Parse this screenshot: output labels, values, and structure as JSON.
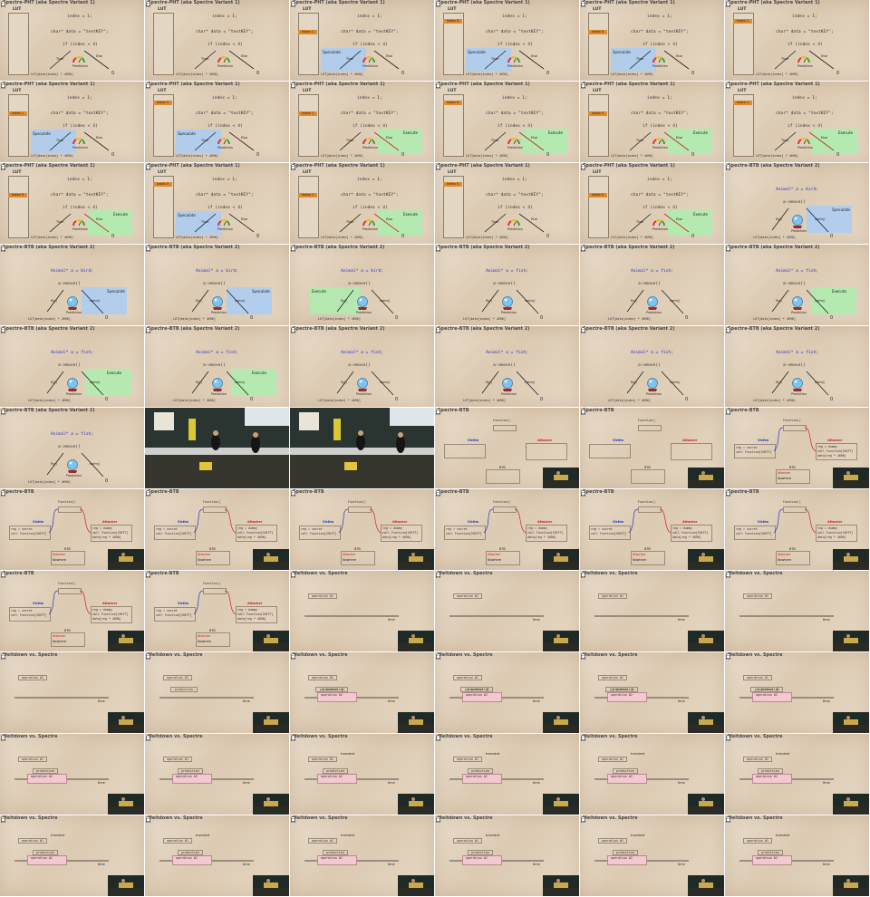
{
  "tile_titles": {
    "v1": "Spectre-PHT (aka Spectre Variant 1)",
    "v2": "Spectre-BTB (aka Spectre Variant 2)",
    "btb": "Spectre-BTB",
    "ms": "Meltdown vs. Spectre"
  },
  "v1_code": {
    "lut": "LUT",
    "index_line": "index = 1;",
    "data_line": "char* data = \"textKEY\";",
    "if_line": "if (index < 4)",
    "then_label": "Then",
    "else_label": "Else",
    "speculate": "Speculate",
    "execute": "Execute",
    "prediction": "Prediction",
    "bottom": "LUT[data[index] * 4096]",
    "zero": "0",
    "index_box": "Index 1",
    "index_box_alt": "Index 5"
  },
  "v2_code": {
    "assign": "Animal* a = bird;",
    "assign_alt": "Animal* a = fish;",
    "call": "a->move()",
    "fly": "fly()",
    "swim": "swim()",
    "prediction": "Prediction",
    "speculate": "Speculate",
    "execute": "Execute",
    "bottom": "LUT[data[index] * 4096]",
    "zero": "0"
  },
  "btb_scene": {
    "victim": "Victim",
    "attacker": "Attacker",
    "function": "Function()",
    "btb": "BTB",
    "victim_reg": "reg = secret",
    "victim_call": "call Function[SHIFT]",
    "attacker_reg": "reg = dummy",
    "attacker_call": "call Function[SHIFT]",
    "attacker_leak": "data[reg * 4096]",
    "btb_entries": [
      "Attacker",
      "Nowhere"
    ]
  },
  "ms_scene": {
    "op1": "operation #1",
    "op2": "operation #2",
    "prediction": "prediction",
    "time": "time",
    "note": "transient"
  },
  "pattern": {
    "v1_speculate": [
      0,
      0,
      1,
      1,
      1,
      0,
      1,
      1,
      0,
      0,
      0,
      0,
      0,
      1,
      0,
      0,
      0,
      0
    ],
    "v1_execute": [
      0,
      0,
      0,
      0,
      0,
      0,
      0,
      0,
      1,
      1,
      1,
      1,
      1,
      0,
      1,
      0,
      1,
      0
    ],
    "v1_index_alt": [
      0,
      0,
      0,
      1,
      1,
      0,
      0,
      1,
      0,
      1,
      1,
      0,
      1,
      1,
      0,
      1,
      1,
      0
    ]
  },
  "colors": {
    "accent_blue": "#2233cc",
    "accent_red": "#cc2222",
    "speculate": "#aacdf5",
    "execute": "#afebaf",
    "index": "#e08a2a"
  }
}
